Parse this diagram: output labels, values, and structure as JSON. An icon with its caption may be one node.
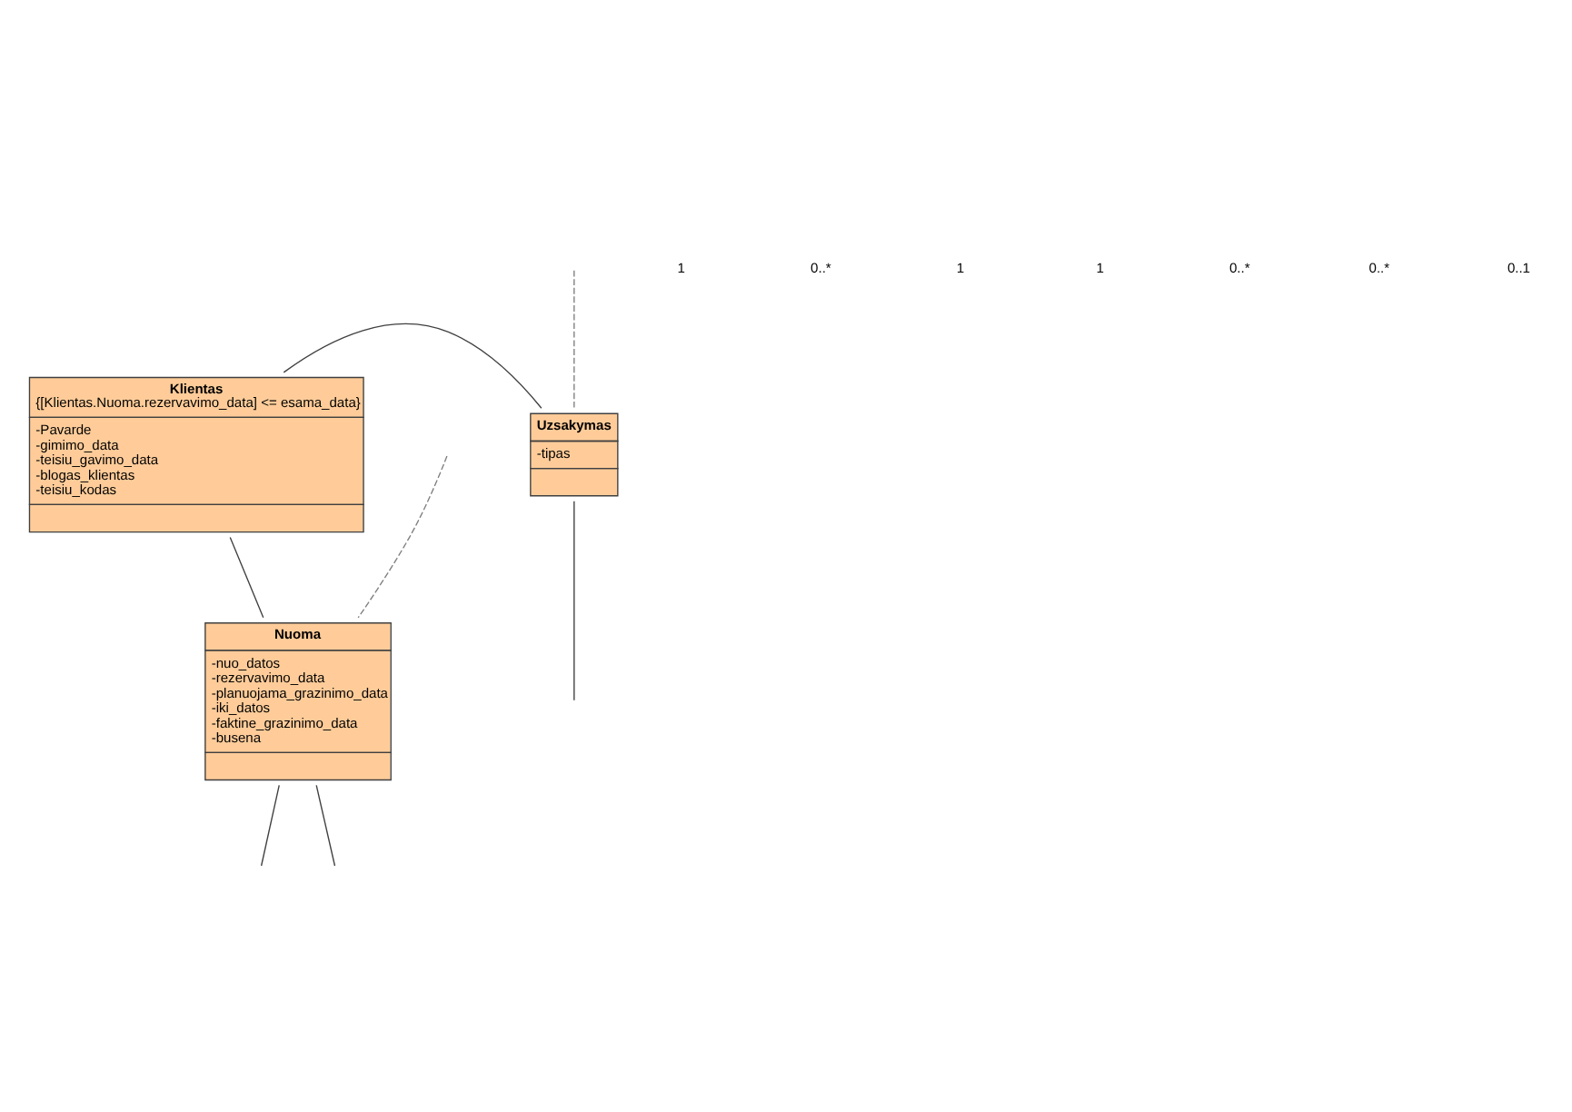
{
  "diagram": {
    "nodes": [
      {
        "text": [
          "Klientas",
          "{[Klientas.Nuoma.rezervavimo_data] <= esama_data}",
          "-Pavarde",
          "-gimimo_data",
          "-teisiu_gavimo_data",
          "-blogas_klientas",
          "-teisiu_kodas"
        ]
      },
      {
        "text": [
          "Uzsakymas",
          "-tipas"
        ]
      },
      {
        "text": [
          "Nuoma",
          "-nuo_datos",
          "-rezervavimo_data",
          "-planuojama_grazinimo_data",
          "-iki_datos",
          "-faktine_grazinimo_data",
          "-busena"
        ]
      }
    ],
    "edges": [
      {
        "from": 0,
        "to": 1,
        "arrow": "none"
      },
      {
        "from": 0,
        "to": 2,
        "arrow": "none"
      },
      {
        "from": null,
        "to": 2,
        "arrow": "none",
        "style": "dashed",
        "color": "#808080"
      },
      {
        "from": 1,
        "to": null,
        "arrow": "none"
      },
      {
        "from": 2,
        "to": null,
        "arrow": "none"
      },
      {
        "from": 2,
        "to": null,
        "arrow": "none"
      },
      {
        "from": null,
        "to": 1,
        "arrow": "none",
        "style": "dashed",
        "color": "#808080"
      }
    ],
    "labels": [
      "1",
      "0..*",
      "1",
      "1",
      "0..*",
      "0..*",
      "0..1"
    ]
  }
}
